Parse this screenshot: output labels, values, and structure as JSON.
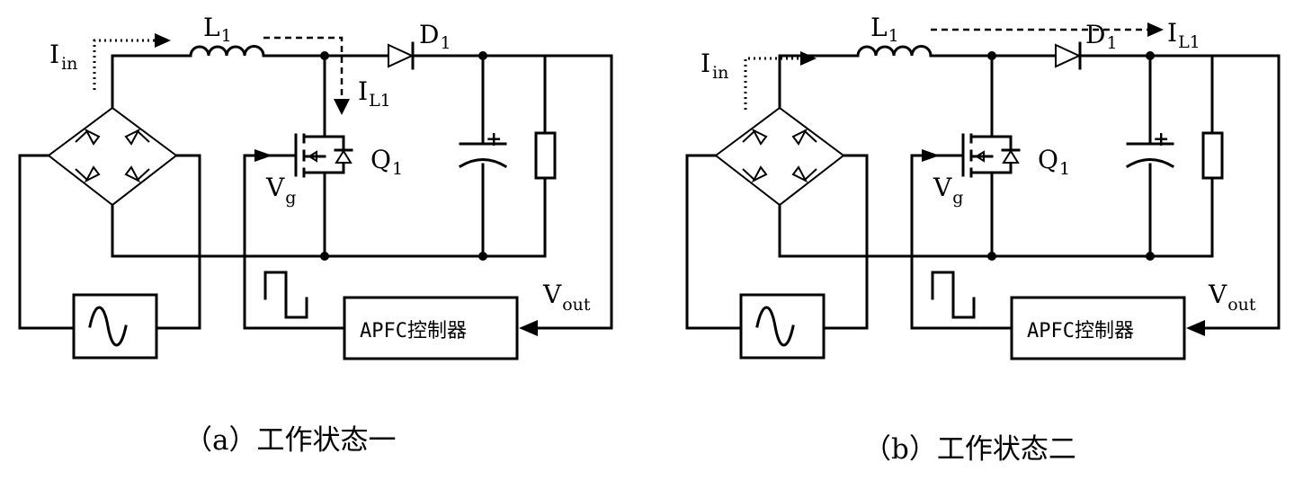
{
  "panels": [
    {
      "caption": "（a）工作状态一",
      "labels": {
        "inductor": "L",
        "inductor_sub": "1",
        "diode": "D",
        "diode_sub": "1",
        "input_current": "I",
        "input_current_sub": "in",
        "inductor_current": "I",
        "inductor_current_sub": "L1",
        "switch": "Q",
        "switch_sub": "1",
        "gate": "V",
        "gate_sub": "g",
        "output_voltage": "V",
        "output_voltage_sub": "out",
        "plus": "+",
        "controller": "APFC控制器"
      }
    },
    {
      "caption": "（b）工作状态二",
      "labels": {
        "inductor": "L",
        "inductor_sub": "1",
        "diode": "D",
        "diode_sub": "1",
        "input_current": "I",
        "input_current_sub": "in",
        "inductor_current": "I",
        "inductor_current_sub": "L1",
        "switch": "Q",
        "switch_sub": "1",
        "gate": "V",
        "gate_sub": "g",
        "output_voltage": "V",
        "output_voltage_sub": "out",
        "plus": "+",
        "controller": "APFC控制器"
      }
    }
  ]
}
